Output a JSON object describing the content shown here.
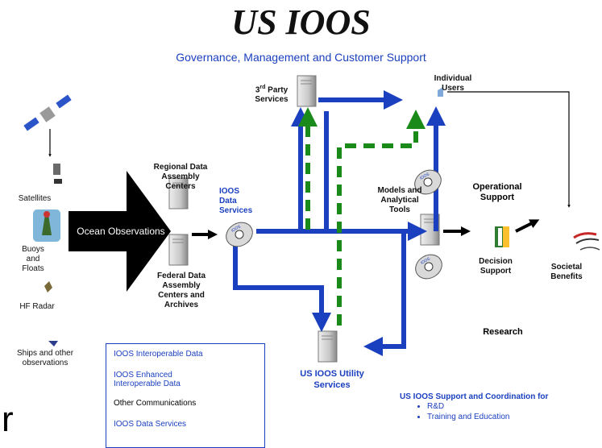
{
  "title": "US IOOS",
  "subtitle": "Governance, Management and Customer Support",
  "sources": {
    "satellites": "Satellites",
    "buoys": "Buoys and Floats",
    "hf_radar": "HF Radar",
    "ships": "Ships and other observations"
  },
  "ocean_observations": "Ocean Observations",
  "regional_dac": "Regional Data Assembly Centers",
  "federal_dac": "Federal Data Assembly Centers and Archives",
  "ioos_data_services": "IOOS Data Services",
  "third_party_prefix": "3",
  "third_party_sup": "rd",
  "third_party_rest": " Party Services",
  "individual_users": "Individual Users",
  "models_tools": "Models and Analytical Tools",
  "operational_support": "Operational Support",
  "decision_support": "Decision Support",
  "societal_benefits": "Societal Benefits",
  "research": "Research",
  "utility_services": "US IOOS Utility Services",
  "cd_label": "IOOS",
  "legend": {
    "interoperable": "IOOS Interoperable Data",
    "enhanced": "IOOS Enhanced Interoperable Data",
    "other": "Other Communications",
    "data_services": "IOOS Data Services"
  },
  "support": {
    "heading": "US IOOS Support and Coordination for",
    "items": [
      "R&D",
      "Training and Education"
    ]
  },
  "stray_char": "r",
  "colors": {
    "blue": "#1a3fbf",
    "green": "#1a8a1a",
    "black": "#000000"
  }
}
